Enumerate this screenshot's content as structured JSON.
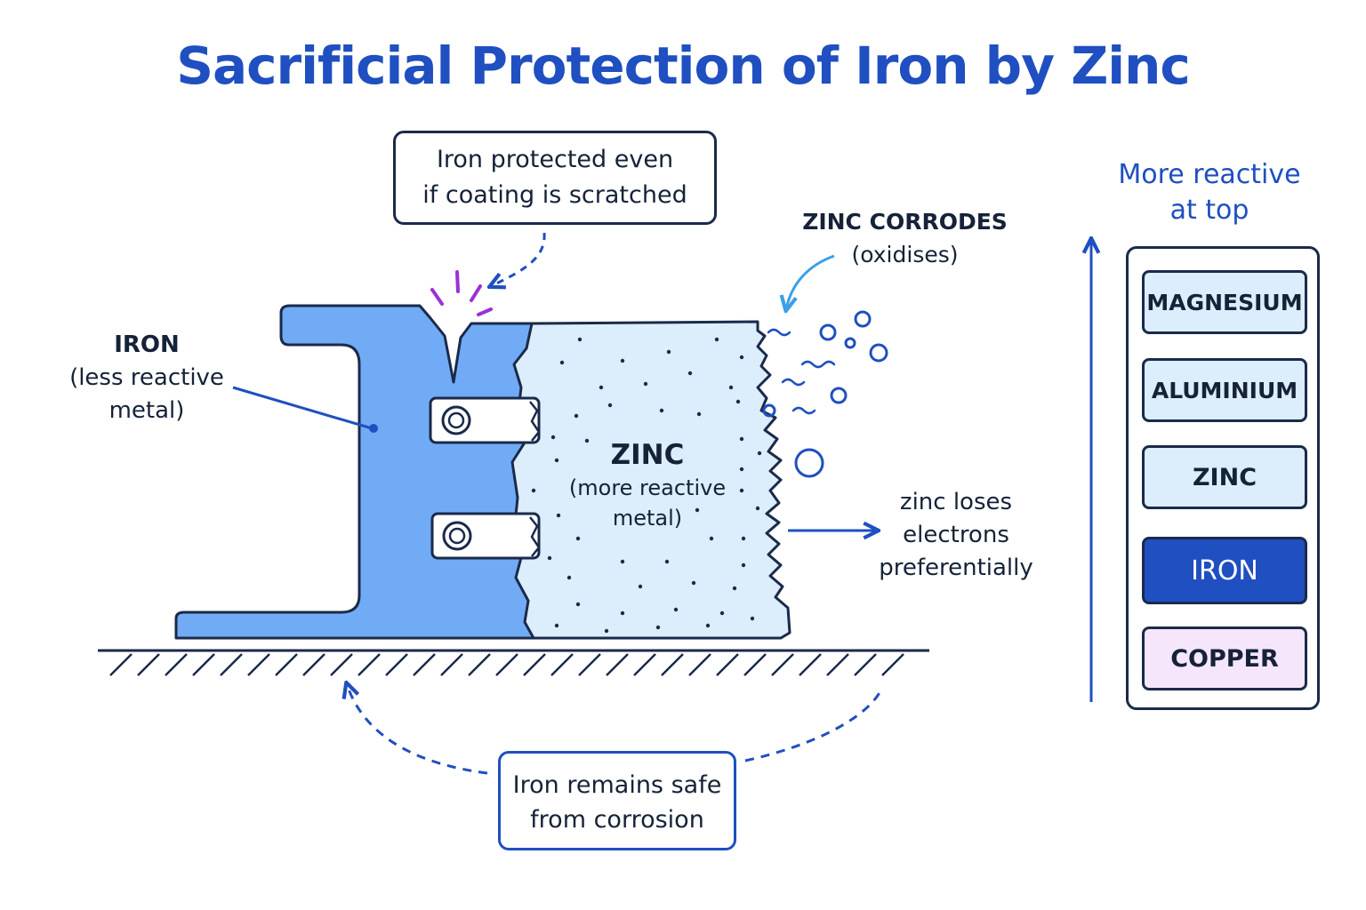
{
  "title": "Sacrificial Protection of Iron by Zinc",
  "callouts": {
    "scratch": [
      "Iron protected even",
      "if coating is scratched"
    ],
    "safe": [
      "Iron remains safe",
      "from corrosion"
    ]
  },
  "iron_label": {
    "name": "IRON",
    "detail": [
      "(less reactive",
      "metal)"
    ]
  },
  "zinc_label": {
    "name": "ZINC",
    "detail": [
      "(more reactive",
      "metal)"
    ]
  },
  "corrodes_label": {
    "name": "ZINC CORRODES",
    "detail": "(oxidises)"
  },
  "electrons_label": [
    "zinc loses",
    "electrons",
    "preferentially"
  ],
  "reactivity": {
    "title": [
      "More reactive",
      "at top"
    ],
    "metals": [
      {
        "name": "MAGNESIUM",
        "fill": "#dcedfb",
        "text": "#152238"
      },
      {
        "name": "ALUMINIUM",
        "fill": "#dcedfb",
        "text": "#152238"
      },
      {
        "name": "ZINC",
        "fill": "#dcedfb",
        "text": "#152238"
      },
      {
        "name": "IRON",
        "fill": "#1f4fc0",
        "text": "#ffffff"
      },
      {
        "name": "COPPER",
        "fill": "#f5e6fb",
        "text": "#152238"
      }
    ]
  },
  "colors": {
    "accent": "#1f4fc0",
    "iron": "#72abf5",
    "zinc": "#dcedfb",
    "outline": "#1a2a4a",
    "spark": "#9b30d8",
    "arrow_light": "#3aa0e8"
  }
}
